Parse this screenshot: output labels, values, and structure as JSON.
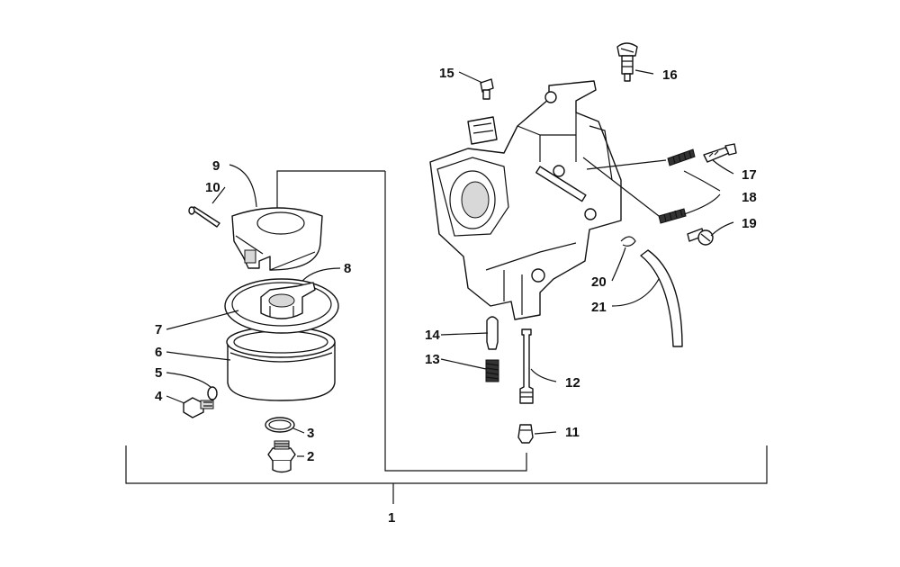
{
  "callouts": {
    "c1": "1",
    "c2": "2",
    "c3": "3",
    "c4": "4",
    "c5": "5",
    "c6": "6",
    "c7": "7",
    "c8": "8",
    "c9": "9",
    "c10": "10",
    "c11": "11",
    "c12": "12",
    "c13": "13",
    "c14": "14",
    "c15": "15",
    "c16": "16",
    "c17": "17",
    "c18": "18",
    "c19": "19",
    "c20": "20",
    "c21": "21"
  },
  "colors": {
    "ink": "#111111",
    "background": "#ffffff",
    "shade": "#d8d8d8"
  }
}
